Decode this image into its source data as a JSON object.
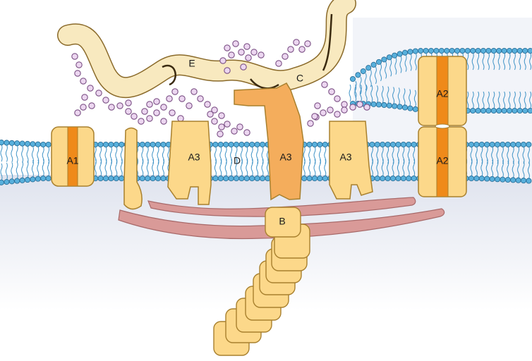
{
  "labels": {
    "a1": "A1",
    "a2_upper": "A2",
    "a2_lower": "A2",
    "a3_left": "A3",
    "a3_center": "A3",
    "a3_right": "A3",
    "b": "B",
    "c": "C",
    "d": "D",
    "e": "E"
  },
  "colors": {
    "background": "#ffffff",
    "cytoplasm": "#e4e8f2",
    "lipid_head": "#58b0dc",
    "lipid_head_edge": "#2a6f99",
    "lipid_tail": "#3f93c6",
    "protein_light": "#fcd88a",
    "protein_edge": "#a8802e",
    "protein_dark": "#ef8a1a",
    "protein_mid": "#f4ad5c",
    "fiber": "#d99a98",
    "fiber_edge": "#a86a6a",
    "matrix_fiber": "#f8e9bf",
    "glycan": "#ecd6f0",
    "glycan_edge": "#7a4f84"
  }
}
